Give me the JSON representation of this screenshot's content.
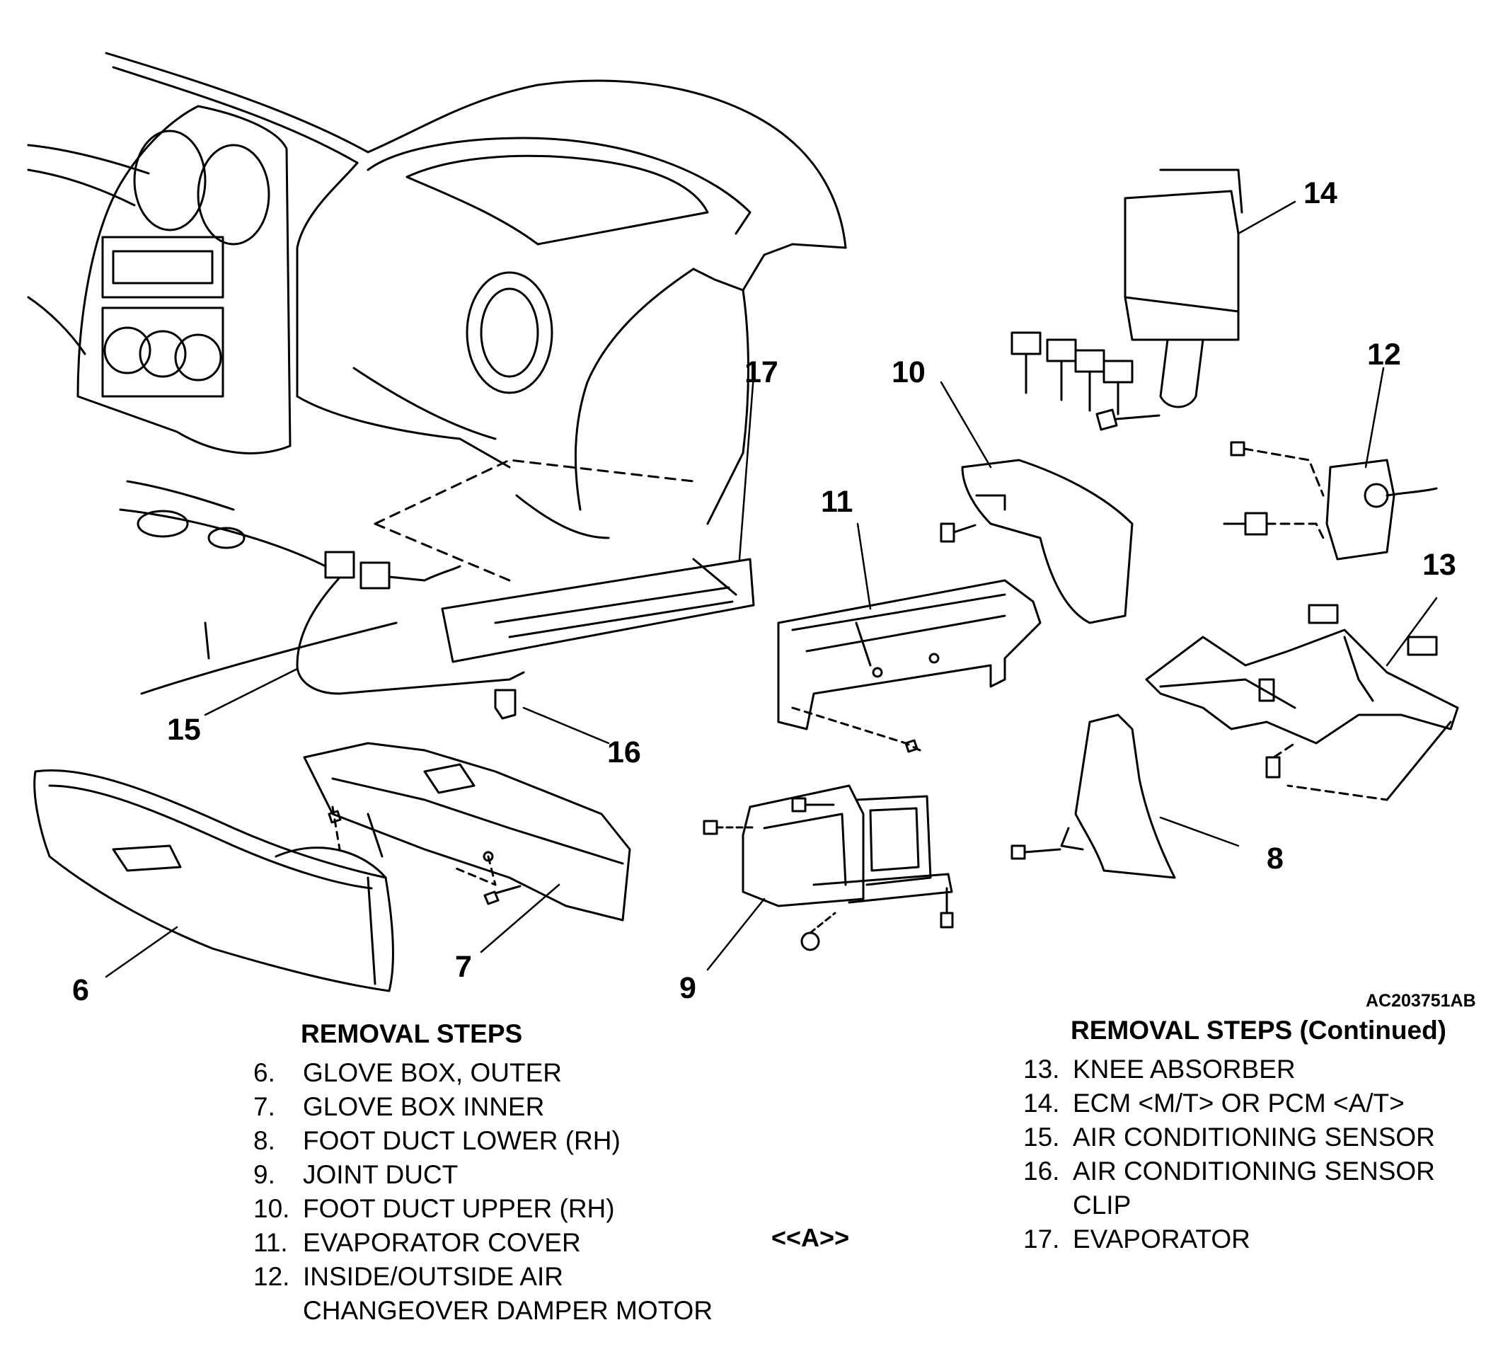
{
  "figure_id": "AC203751AB",
  "callouts": [
    "6",
    "7",
    "8",
    "9",
    "10",
    "11",
    "12",
    "13",
    "14",
    "15",
    "16",
    "17"
  ],
  "left_list": {
    "heading": "REMOVAL STEPS",
    "items": [
      {
        "num": "6.",
        "text": "GLOVE BOX, OUTER"
      },
      {
        "num": "7.",
        "text": "GLOVE BOX INNER"
      },
      {
        "num": "8.",
        "text": "FOOT DUCT LOWER (RH)"
      },
      {
        "num": "9.",
        "text": "JOINT DUCT"
      },
      {
        "num": "10.",
        "text": "FOOT DUCT UPPER (RH)"
      },
      {
        "num": "11.",
        "text": "EVAPORATOR COVER"
      },
      {
        "num": "12.",
        "text": "INSIDE/OUTSIDE AIR"
      },
      {
        "num": "",
        "text": "CHANGEOVER DAMPER MOTOR"
      }
    ]
  },
  "procedure_tag": "<<A>>",
  "right_list": {
    "heading": "REMOVAL STEPS (Continued)",
    "items": [
      {
        "num": "13.",
        "text": "KNEE ABSORBER"
      },
      {
        "num": "14.",
        "text": "ECM <M/T> OR PCM <A/T>"
      },
      {
        "num": "15.",
        "text": "AIR CONDITIONING SENSOR"
      },
      {
        "num": "16.",
        "text": "AIR CONDITIONING SENSOR"
      },
      {
        "num": "",
        "text": "CLIP"
      },
      {
        "num": "17.",
        "text": "EVAPORATOR"
      }
    ]
  }
}
